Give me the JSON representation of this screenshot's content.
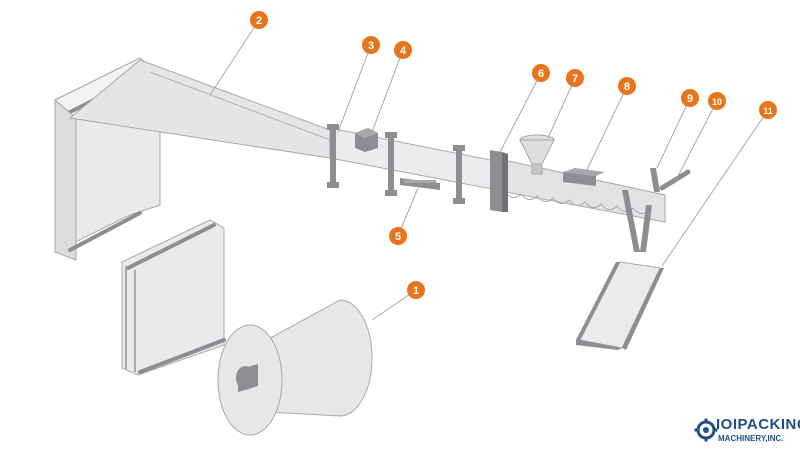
{
  "callouts": [
    {
      "id": "1",
      "text": "1"
    },
    {
      "id": "2",
      "text": "2"
    },
    {
      "id": "3",
      "text": "3"
    },
    {
      "id": "4",
      "text": "4"
    },
    {
      "id": "5",
      "text": "5"
    },
    {
      "id": "6",
      "text": "6"
    },
    {
      "id": "7",
      "text": "7"
    },
    {
      "id": "8",
      "text": "8"
    },
    {
      "id": "9",
      "text": "9"
    },
    {
      "id": "10",
      "text": "10"
    },
    {
      "id": "11",
      "text": "11"
    }
  ],
  "logo": {
    "line1": "IOIPACKING",
    "line2": "MACHINERY,INC."
  },
  "colors": {
    "callout": "#e8741c",
    "part_fill": "#e6e7e8",
    "part_stroke": "#a7a9ac",
    "dark_part": "#8c8e91",
    "logo_blue": "#1f4f86"
  }
}
